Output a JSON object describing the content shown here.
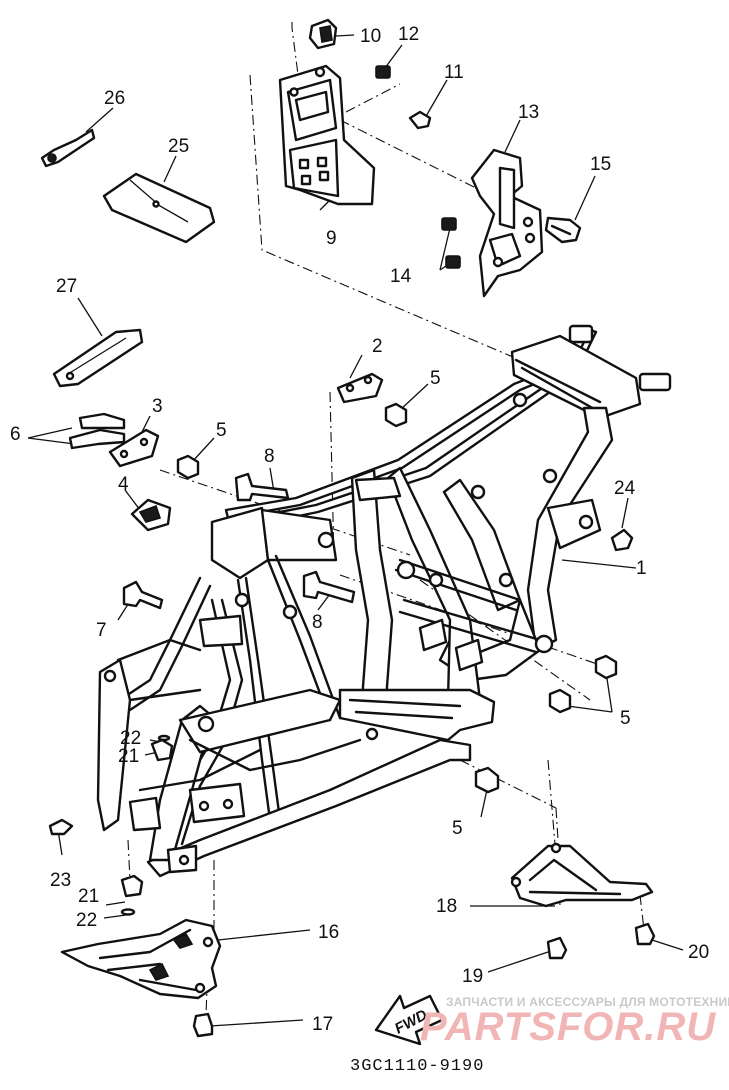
{
  "diagram": {
    "part_labels": [
      {
        "id": "p1",
        "text": "1"
      },
      {
        "id": "p2",
        "text": "2"
      },
      {
        "id": "p3",
        "text": "3"
      },
      {
        "id": "p4",
        "text": "4"
      },
      {
        "id": "p5a",
        "text": "5"
      },
      {
        "id": "p5b",
        "text": "5"
      },
      {
        "id": "p5c",
        "text": "5"
      },
      {
        "id": "p5d",
        "text": "5"
      },
      {
        "id": "p6",
        "text": "6"
      },
      {
        "id": "p7",
        "text": "7"
      },
      {
        "id": "p8a",
        "text": "8"
      },
      {
        "id": "p8b",
        "text": "8"
      },
      {
        "id": "p9",
        "text": "9"
      },
      {
        "id": "p10",
        "text": "10"
      },
      {
        "id": "p11",
        "text": "11"
      },
      {
        "id": "p12",
        "text": "12"
      },
      {
        "id": "p13",
        "text": "13"
      },
      {
        "id": "p14",
        "text": "14"
      },
      {
        "id": "p15",
        "text": "15"
      },
      {
        "id": "p16",
        "text": "16"
      },
      {
        "id": "p17",
        "text": "17"
      },
      {
        "id": "p18",
        "text": "18"
      },
      {
        "id": "p19",
        "text": "19"
      },
      {
        "id": "p20",
        "text": "20"
      },
      {
        "id": "p21a",
        "text": "21"
      },
      {
        "id": "p21b",
        "text": "21"
      },
      {
        "id": "p22a",
        "text": "22"
      },
      {
        "id": "p22b",
        "text": "22"
      },
      {
        "id": "p23",
        "text": "23"
      },
      {
        "id": "p24",
        "text": "24"
      },
      {
        "id": "p25",
        "text": "25"
      },
      {
        "id": "p26",
        "text": "26"
      },
      {
        "id": "p27",
        "text": "27"
      }
    ],
    "fwd_arrow_label": "FWD",
    "diagram_code": "3GC1110-9190"
  },
  "watermark": {
    "tagline": "ЗАПЧАСТИ И АКСЕССУАРЫ ДЛЯ МОТОТЕХНИКИ",
    "brand": "PARTSFOR.RU"
  }
}
